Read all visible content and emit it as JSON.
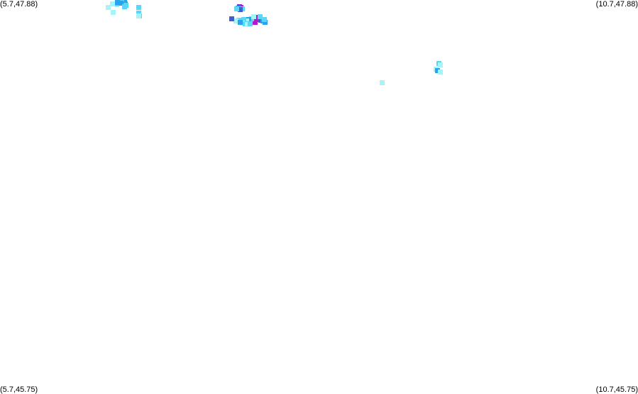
{
  "corners": {
    "top_left": "(5.7,47.88)",
    "top_right": "(10.7,47.88)",
    "bottom_left": "(5.7,45.75)",
    "bottom_right": "(10.7,45.75)"
  },
  "bounds": {
    "lon_min": 5.7,
    "lon_max": 10.7,
    "lat_min": 45.75,
    "lat_max": 47.88
  },
  "palette": {
    "low": "#a6f4f7",
    "mid_low": "#5bd7f5",
    "mid": "#2aa3ee",
    "high": "#3a5fd8",
    "very_high": "#8a1ed6",
    "peak": "#b11cc8"
  },
  "points": [
    {
      "lon": 6.665,
      "lat": 47.878,
      "level": "mid"
    },
    {
      "lon": 6.675,
      "lat": 47.87,
      "level": "mid"
    },
    {
      "lon": 6.655,
      "lat": 47.873,
      "level": "mid_low"
    },
    {
      "lon": 6.65,
      "lat": 47.862,
      "level": "mid"
    },
    {
      "lon": 6.6,
      "lat": 47.857,
      "level": "mid"
    },
    {
      "lon": 6.615,
      "lat": 47.857,
      "level": "mid_low"
    },
    {
      "lon": 6.58,
      "lat": 47.857,
      "level": "low"
    },
    {
      "lon": 6.68,
      "lat": 47.86,
      "level": "mid"
    },
    {
      "lon": 6.685,
      "lat": 47.85,
      "level": "mid_low"
    },
    {
      "lon": 6.675,
      "lat": 47.845,
      "level": "mid_low"
    },
    {
      "lon": 6.62,
      "lat": 47.865,
      "level": "mid"
    },
    {
      "lon": 6.55,
      "lat": 47.838,
      "level": "low"
    },
    {
      "lon": 6.79,
      "lat": 47.838,
      "level": "mid_low"
    },
    {
      "lon": 6.585,
      "lat": 47.812,
      "level": "low"
    },
    {
      "lon": 6.79,
      "lat": 47.808,
      "level": "mid_low"
    },
    {
      "lon": 6.795,
      "lat": 47.795,
      "level": "mid_low"
    },
    {
      "lon": 6.785,
      "lat": 47.795,
      "level": "low"
    },
    {
      "lon": 7.575,
      "lat": 47.845,
      "level": "very_high"
    },
    {
      "lon": 7.59,
      "lat": 47.838,
      "level": "peak"
    },
    {
      "lon": 7.565,
      "lat": 47.835,
      "level": "mid"
    },
    {
      "lon": 7.6,
      "lat": 47.832,
      "level": "mid_low"
    },
    {
      "lon": 7.58,
      "lat": 47.826,
      "level": "high"
    },
    {
      "lon": 7.555,
      "lat": 47.83,
      "level": "mid_low"
    },
    {
      "lon": 7.72,
      "lat": 47.785,
      "level": "very_high"
    },
    {
      "lon": 7.735,
      "lat": 47.78,
      "level": "peak"
    },
    {
      "lon": 7.705,
      "lat": 47.775,
      "level": "peak"
    },
    {
      "lon": 7.69,
      "lat": 47.77,
      "level": "very_high"
    },
    {
      "lon": 7.745,
      "lat": 47.77,
      "level": "high"
    },
    {
      "lon": 7.76,
      "lat": 47.765,
      "level": "mid"
    },
    {
      "lon": 7.68,
      "lat": 47.76,
      "level": "high"
    },
    {
      "lon": 7.7,
      "lat": 47.76,
      "level": "peak"
    },
    {
      "lon": 7.67,
      "lat": 47.778,
      "level": "mid_low"
    },
    {
      "lon": 7.65,
      "lat": 47.772,
      "level": "mid"
    },
    {
      "lon": 7.63,
      "lat": 47.768,
      "level": "low"
    },
    {
      "lon": 7.61,
      "lat": 47.775,
      "level": "mid_low"
    },
    {
      "lon": 7.57,
      "lat": 47.77,
      "level": "mid_low"
    },
    {
      "lon": 7.55,
      "lat": 47.765,
      "level": "low"
    },
    {
      "lon": 7.515,
      "lat": 47.778,
      "level": "high"
    },
    {
      "lon": 7.6,
      "lat": 47.755,
      "level": "low"
    },
    {
      "lon": 7.62,
      "lat": 47.75,
      "level": "mid_low"
    },
    {
      "lon": 7.64,
      "lat": 47.748,
      "level": "low"
    },
    {
      "lon": 7.66,
      "lat": 47.752,
      "level": "mid_low"
    },
    {
      "lon": 7.78,
      "lat": 47.76,
      "level": "mid"
    },
    {
      "lon": 7.77,
      "lat": 47.775,
      "level": "mid_low"
    },
    {
      "lon": 7.74,
      "lat": 47.79,
      "level": "mid_low"
    },
    {
      "lon": 7.69,
      "lat": 47.79,
      "level": "low"
    },
    {
      "lon": 7.585,
      "lat": 47.76,
      "level": "mid"
    },
    {
      "lon": 9.14,
      "lat": 47.535,
      "level": "mid_low"
    },
    {
      "lon": 9.15,
      "lat": 47.528,
      "level": "low"
    },
    {
      "lon": 9.115,
      "lat": 47.502,
      "level": "low"
    },
    {
      "lon": 9.13,
      "lat": 47.496,
      "level": "mid"
    },
    {
      "lon": 9.15,
      "lat": 47.488,
      "level": "low"
    },
    {
      "lon": 8.695,
      "lat": 47.43,
      "level": "low"
    }
  ]
}
